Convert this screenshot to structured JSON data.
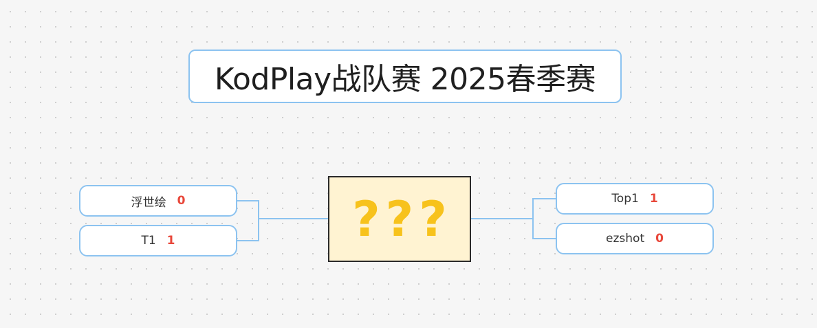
{
  "title": "KodPlay战队赛 2025春季赛",
  "final_label": "???",
  "teams": {
    "left_top": {
      "name": "浮世绘",
      "score": "0"
    },
    "left_bottom": {
      "name": "T1",
      "score": "1"
    },
    "right_top": {
      "name": "Top1",
      "score": "1"
    },
    "right_bottom": {
      "name": "ezshot",
      "score": "0"
    }
  },
  "colors": {
    "connector": "#8cc3f0",
    "score": "#e8473a",
    "final_fill": "#fff3d2",
    "final_text": "#f7c21c"
  }
}
